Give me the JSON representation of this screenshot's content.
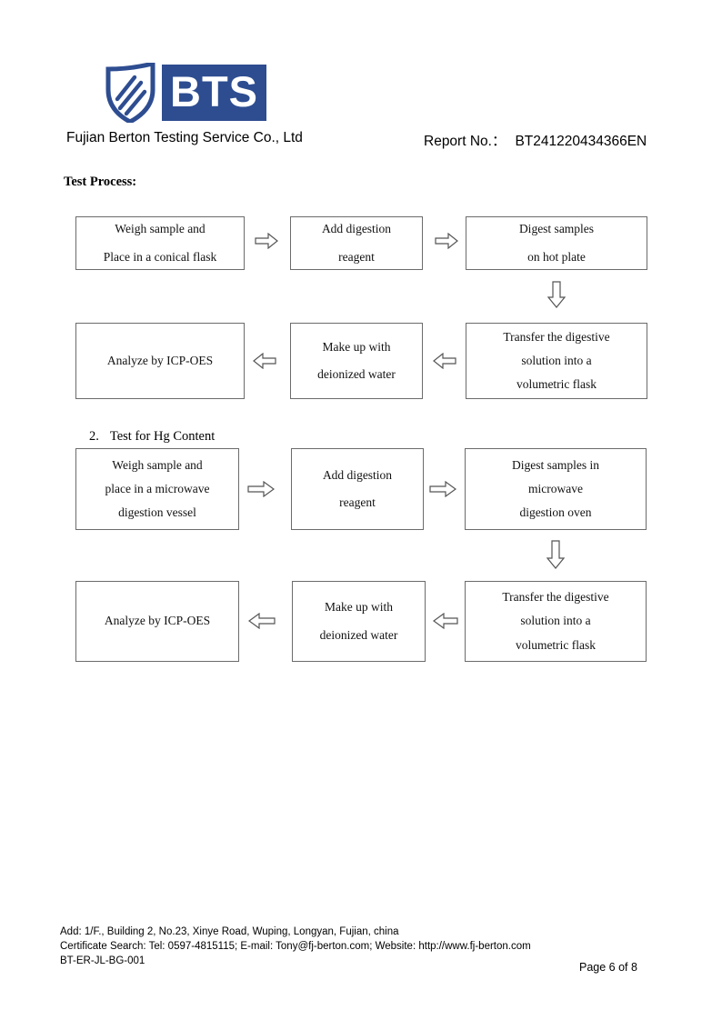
{
  "header": {
    "logo_text": "BTS",
    "logo_icon": "shield-icon",
    "logo_color": "#2e4d91",
    "company_name": "Fujian Berton Testing Service Co., Ltd",
    "report_label": "Report No.：",
    "report_number": "BT241220434366EN"
  },
  "sections": {
    "test_process_title": "Test Process:",
    "hg_section_number": "2.",
    "hg_section_title": "Test for Hg Content"
  },
  "flow1": {
    "r1c1": [
      "Weigh sample and",
      "Place in a conical flask"
    ],
    "r1c2": [
      "Add digestion",
      "reagent"
    ],
    "r1c3": [
      "Digest samples",
      "on hot plate"
    ],
    "r2c1": [
      "Analyze by ICP-OES"
    ],
    "r2c2": [
      "Make up with",
      "deionized water"
    ],
    "r2c3": [
      "Transfer the digestive",
      "solution into a",
      "volumetric flask"
    ],
    "arrows": {
      "a1": "arrow-right",
      "a2": "arrow-right",
      "a3": "arrow-down",
      "a4": "arrow-left",
      "a5": "arrow-left"
    }
  },
  "flow2": {
    "r1c1": [
      "Weigh sample and",
      "place in a microwave",
      "digestion vessel"
    ],
    "r1c2": [
      "Add digestion",
      "reagent"
    ],
    "r1c3": [
      "Digest samples in",
      "microwave",
      "digestion oven"
    ],
    "r2c1": [
      "Analyze by ICP-OES"
    ],
    "r2c2": [
      "Make up with",
      "deionized water"
    ],
    "r2c3": [
      "Transfer the digestive",
      "solution into a",
      "volumetric flask"
    ],
    "arrows": {
      "a1": "arrow-right",
      "a2": "arrow-right",
      "a3": "arrow-down",
      "a4": "arrow-left",
      "a5": "arrow-left"
    }
  },
  "footer": {
    "line1": "Add: 1/F., Building 2, No.23, Xinye Road, Wuping, Longyan, Fujian, china",
    "line2": "Certificate Search: Tel: 0597-4815115; E-mail: Tony@fj-berton.com; Website: http://www.fj-berton.com",
    "line3": "BT-ER-JL-BG-001",
    "page": "Page 6 of 8"
  }
}
